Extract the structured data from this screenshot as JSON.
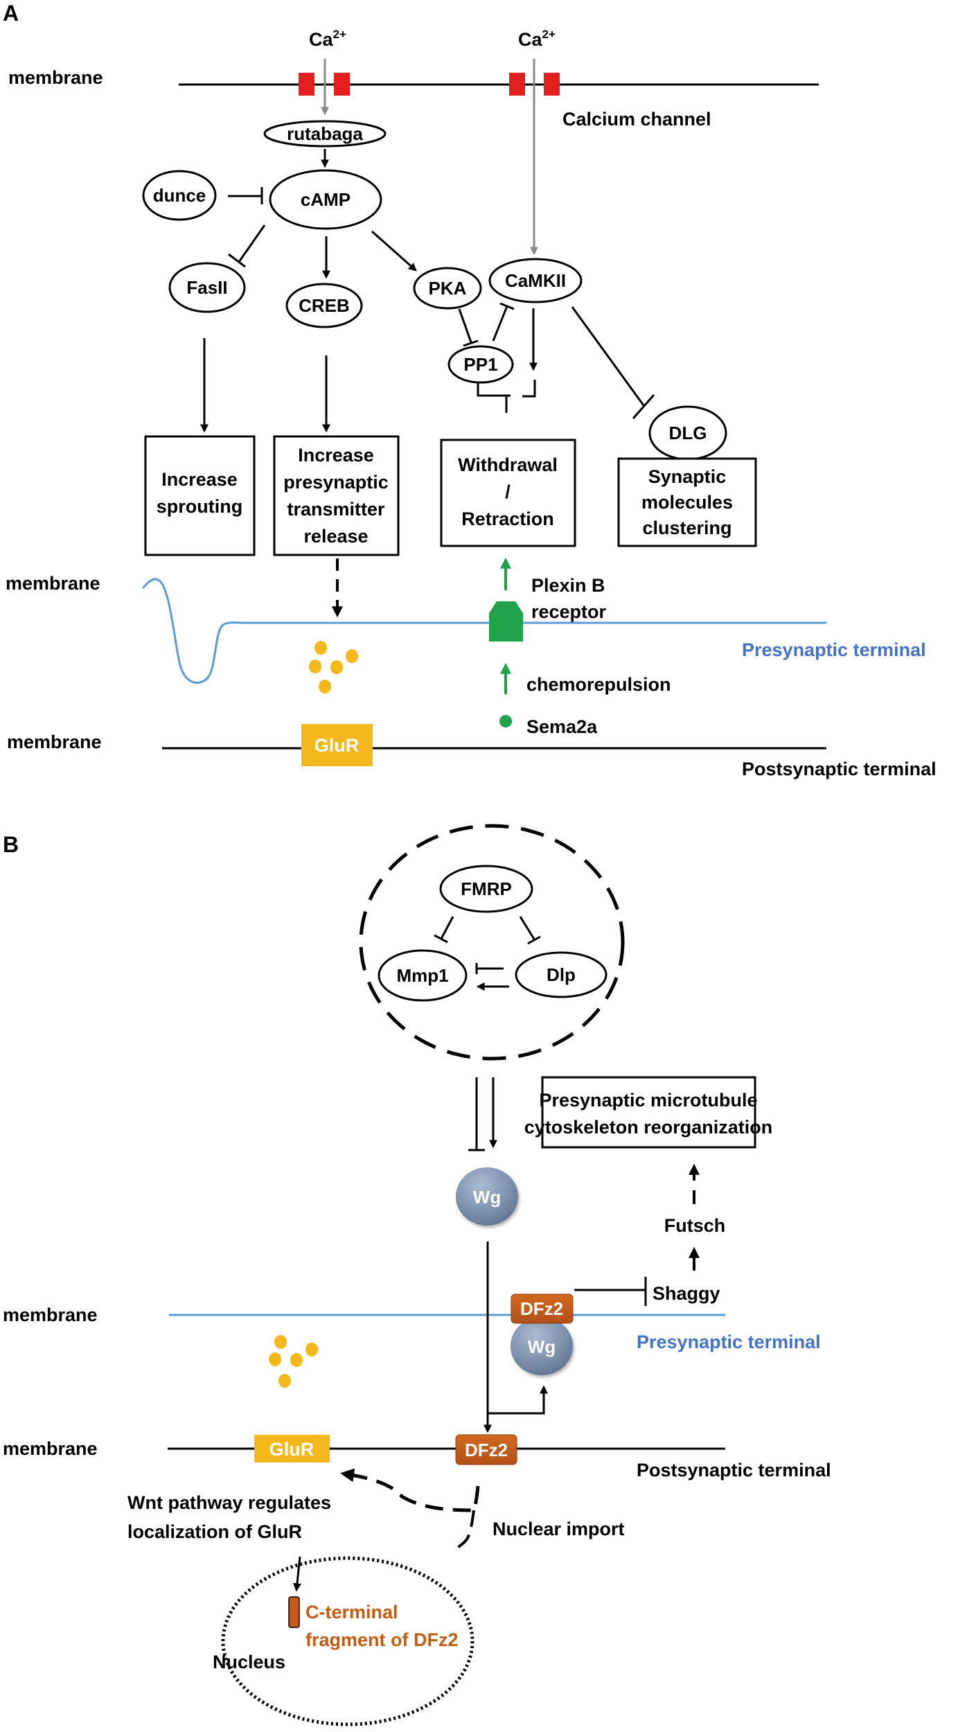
{
  "colors": {
    "channel": "#e31e1e",
    "calcium_arrow": "#888888",
    "presynaptic_membrane": "#5b9bd5",
    "presynaptic_label": "#4472c4",
    "vesicle": "#f5b81c",
    "glur": "#f5b81c",
    "plexin": "#1fa24a",
    "dfz2": "#c55a1d",
    "wg": "#7f93ad",
    "c_terminal_label": "#c55a11"
  },
  "panel_a": {
    "label": "A",
    "membrane_labels": [
      "membrane",
      "membrane",
      "membrane"
    ],
    "calcium_ions": [
      {
        "base": "Ca",
        "charge": "2+"
      },
      {
        "base": "Ca",
        "charge": "2+"
      }
    ],
    "calcium_channel_label": "Calcium channel",
    "nodes": {
      "rutabaga": "rutabaga",
      "dunce": "dunce",
      "camp": "cAMP",
      "fasii": "FasII",
      "creb": "CREB",
      "pka": "PKA",
      "camkii": "CaMKII",
      "pp1": "PP1",
      "dlg": "DLG"
    },
    "outcome_boxes": {
      "sprouting": [
        "Increase",
        "sprouting"
      ],
      "transmitter": [
        "Increase",
        "presynaptic",
        "transmitter",
        "release"
      ],
      "withdrawal": [
        "Withdrawal",
        "/",
        "Retraction"
      ],
      "clustering": [
        "Synaptic",
        "molecules",
        "clustering"
      ]
    },
    "plexin_label": [
      "Plexin B",
      "receptor"
    ],
    "chemorepulsion_label": "chemorepulsion",
    "sema2a_label": "Sema2a",
    "glur_label": "GluR",
    "presynaptic_terminal": "Presynaptic terminal",
    "postsynaptic_terminal": "Postsynaptic terminal"
  },
  "panel_b": {
    "label": "B",
    "nodes": {
      "fmrp": "FMRP",
      "mmp1": "Mmp1",
      "dlp": "Dlp",
      "wg_top": "Wg",
      "wg_bound": "Wg",
      "dfz2_pre": "DFz2",
      "dfz2_post": "DFz2",
      "shaggy": "Shaggy",
      "futsch": "Futsch",
      "glur": "GluR"
    },
    "outcome_box": [
      "Presynaptic microtubule",
      "cytoskeleton reorganization"
    ],
    "membrane_labels": [
      "membrane",
      "membrane"
    ],
    "presynaptic_terminal": "Presynaptic terminal",
    "postsynaptic_terminal": "Postsynaptic terminal",
    "wnt_note": [
      "Wnt pathway regulates",
      "localization of GluR"
    ],
    "nuclear_import": "Nuclear import",
    "nucleus": "Nucleus",
    "c_terminal": [
      "C-terminal",
      "fragment of DFz2"
    ]
  }
}
